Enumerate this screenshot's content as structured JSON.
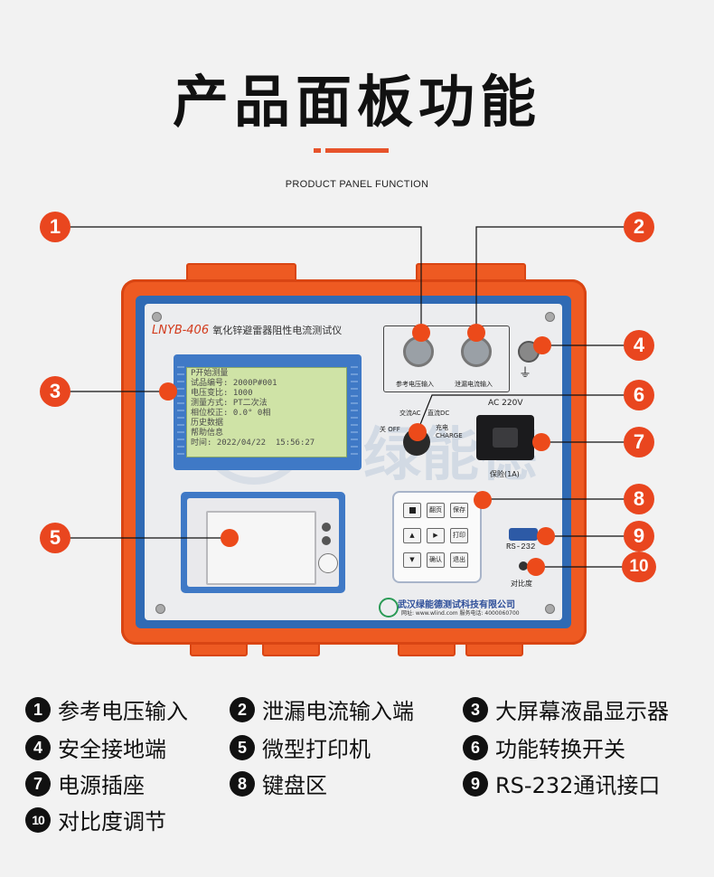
{
  "header": {
    "title": "产品面板功能",
    "subtitle": "PRODUCT PANEL FUNCTION"
  },
  "device": {
    "model": "LNYB-406",
    "name": "氧化锌避雷器阻性电流测试仪",
    "lcd_lines": [
      "P开始测量",
      "试品编号: 2000P#001",
      "电压变比: 1000",
      "测量方式: PT二次法",
      "相位校正: 0.0° 0相",
      "历史数据",
      "帮助信息",
      "时间: 2022/04/22  15:56:27"
    ],
    "connector_labels": [
      "参考电压输入",
      "泄漏电流输入"
    ],
    "switch_labels": [
      "交流AC",
      "直流DC",
      "关 OFF",
      "充电 CHARGE"
    ],
    "ac_label": "AC 220V",
    "fuse_label": "保险(1A)",
    "rs232_label": "RS-232",
    "contrast_label": "对比度",
    "keys": [
      "",
      "翻页",
      "保存",
      "▲",
      "▶",
      "打印",
      "▼",
      "确认",
      "退出"
    ],
    "company": "武汉绿能德测试科技有限公司",
    "company_contact": "网址: www.wlind.com  服务电话: 4000060700",
    "watermark": "绿能德"
  },
  "callouts": [
    "1",
    "2",
    "3",
    "4",
    "5",
    "6",
    "7",
    "8",
    "9",
    "10"
  ],
  "legend": [
    {
      "num": "1",
      "label": "参考电压输入"
    },
    {
      "num": "2",
      "label": "泄漏电流输入端"
    },
    {
      "num": "3",
      "label": "大屏幕液晶显示器"
    },
    {
      "num": "4",
      "label": "安全接地端"
    },
    {
      "num": "5",
      "label": "微型打印机"
    },
    {
      "num": "6",
      "label": "功能转换开关"
    },
    {
      "num": "7",
      "label": "电源插座"
    },
    {
      "num": "8",
      "label": "键盘区"
    },
    {
      "num": "9",
      "label": "RS-232通讯接口"
    },
    {
      "num": "10",
      "label": "对比度调节"
    }
  ],
  "colors": {
    "accent": "#e9461f",
    "case": "#ee5a22",
    "panel_blue": "#2f6ab4",
    "lcd": "#cfe3a6"
  }
}
